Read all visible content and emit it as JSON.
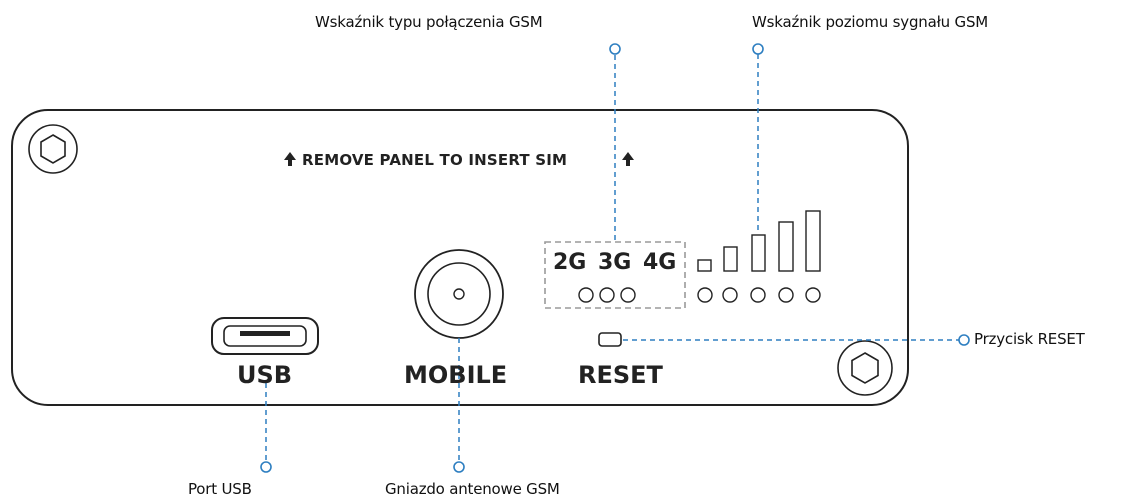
{
  "panel": {
    "top_notice": "REMOVE PANEL TO INSERT SIM",
    "usb_label": "USB",
    "mobile_label": "MOBILE",
    "reset_label": "RESET",
    "network_types": [
      "2G",
      "3G",
      "4G"
    ],
    "signal_led_count": 5
  },
  "callouts": {
    "connection_type": "Wskaźnik typu połączenia GSM",
    "signal_level": "Wskaźnik poziomu sygnału GSM",
    "reset_button": "Przycisk RESET",
    "usb_port": "Port USB",
    "antenna": "Gniazdo antenowe GSM"
  },
  "colors": {
    "leader_line": "#2e7fc1",
    "outline": "#222222",
    "dashed_box": "#9a9a9a"
  }
}
